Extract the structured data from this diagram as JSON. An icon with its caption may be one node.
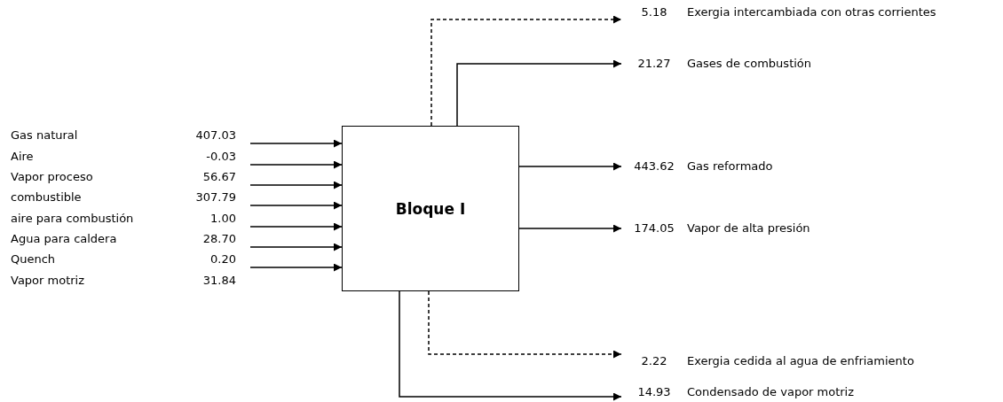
{
  "diagram": {
    "nodes": [
      {
        "text": [
          "Bloque I"
        ]
      },
      {
        "text": [
          "Gas natural",
          "407.03"
        ]
      },
      {
        "text": [
          "Aire",
          "-0.03"
        ]
      },
      {
        "text": [
          "Vapor proceso",
          "56.67"
        ]
      },
      {
        "text": [
          "combustible",
          "307.79"
        ]
      },
      {
        "text": [
          "aire para combustión",
          "1.00"
        ]
      },
      {
        "text": [
          "Agua para caldera",
          "28.70"
        ]
      },
      {
        "text": [
          "Quench",
          "0.20"
        ]
      },
      {
        "text": [
          "Vapor motriz",
          "31.84"
        ]
      },
      {
        "text": [
          "5.18",
          "Exergia intercambiada con otras corrientes"
        ]
      },
      {
        "text": [
          "21.27",
          "Gases de combustión"
        ]
      },
      {
        "text": [
          "443.62",
          "Gas reformado"
        ]
      },
      {
        "text": [
          "174.05",
          "Vapor de alta presión"
        ]
      },
      {
        "text": [
          "2.22",
          "Exergia cedida al agua de enfriamiento"
        ]
      },
      {
        "text": [
          "14.93",
          "Condensado de vapor motriz"
        ]
      }
    ],
    "edges": [
      {
        "from": 1,
        "to": 0,
        "arrow": "to"
      },
      {
        "from": 2,
        "to": 0,
        "arrow": "to"
      },
      {
        "from": 3,
        "to": 0,
        "arrow": "to"
      },
      {
        "from": 4,
        "to": 0,
        "arrow": "to"
      },
      {
        "from": 5,
        "to": 0,
        "arrow": "to"
      },
      {
        "from": 6,
        "to": 0,
        "arrow": "to"
      },
      {
        "from": 7,
        "to": 0,
        "arrow": "to"
      },
      {
        "from": 0,
        "to": 9,
        "arrow": "to",
        "style": "dashed"
      },
      {
        "from": 0,
        "to": 10,
        "arrow": "to"
      },
      {
        "from": 0,
        "to": 11,
        "arrow": "to"
      },
      {
        "from": 0,
        "to": 12,
        "arrow": "to"
      },
      {
        "from": 0,
        "to": 13,
        "arrow": "to",
        "style": "dashed"
      },
      {
        "from": 0,
        "to": 14,
        "arrow": "to"
      }
    ]
  }
}
